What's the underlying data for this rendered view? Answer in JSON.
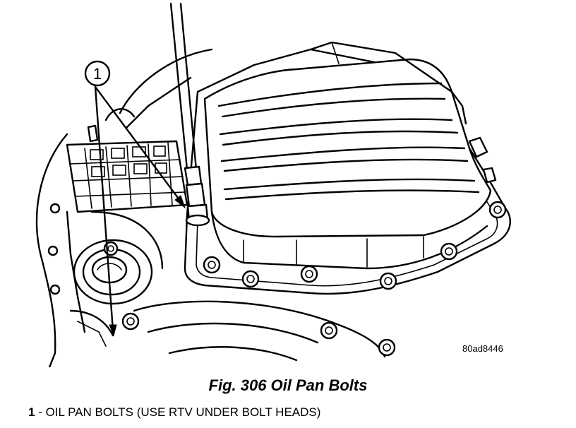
{
  "callout": {
    "number": "1"
  },
  "illustration_code": "80ad8446",
  "caption": "Fig. 306 Oil Pan Bolts",
  "legend": [
    {
      "number": "1",
      "separator": " - ",
      "text": "OIL PAN BOLTS (USE RTV UNDER BOLT HEADS)"
    }
  ]
}
